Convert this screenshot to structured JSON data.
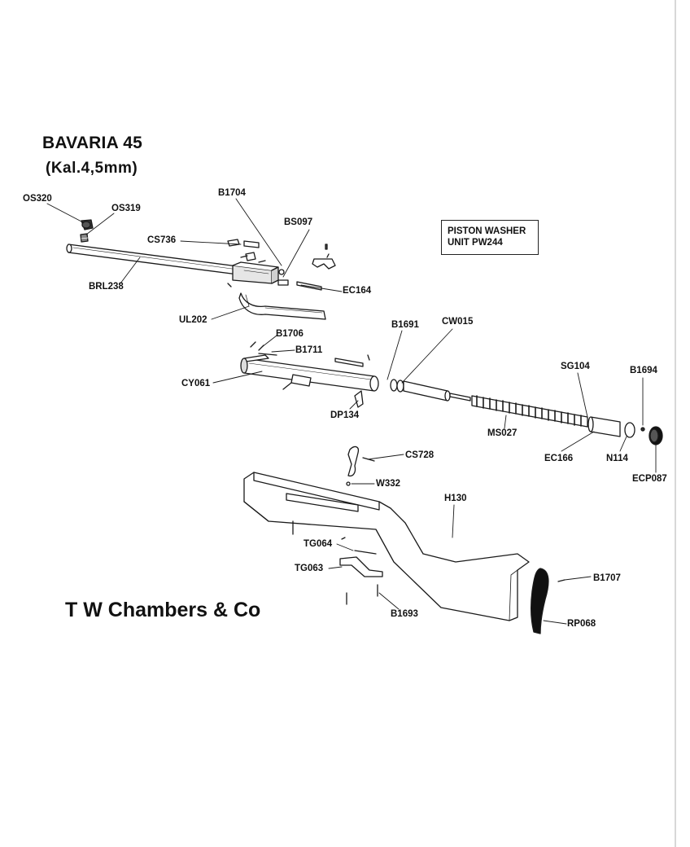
{
  "header": {
    "model": "BAVARIA 45",
    "caliber": "(Kal.4,5mm)"
  },
  "washer_box": {
    "line1": "PISTON WASHER",
    "line2": "UNIT PW244"
  },
  "company": "T W Chambers & Co",
  "parts": {
    "os320": "OS320",
    "os319": "OS319",
    "b1704": "B1704",
    "bs097": "BS097",
    "cs736": "CS736",
    "brl238": "BRL238",
    "ec164": "EC164",
    "ul202": "UL202",
    "b1706": "B1706",
    "b1711": "B1711",
    "b1691": "B1691",
    "cw015": "CW015",
    "cy061": "CY061",
    "dp134": "DP134",
    "sg104": "SG104",
    "b1694": "B1694",
    "ms027": "MS027",
    "ec166": "EC166",
    "n114": "N114",
    "ecp087": "ECP087",
    "cs728": "CS728",
    "w332": "W332",
    "h130": "H130",
    "tg064": "TG064",
    "tg063": "TG063",
    "b1707": "B1707",
    "b1693": "B1693",
    "rp068": "RP068"
  }
}
